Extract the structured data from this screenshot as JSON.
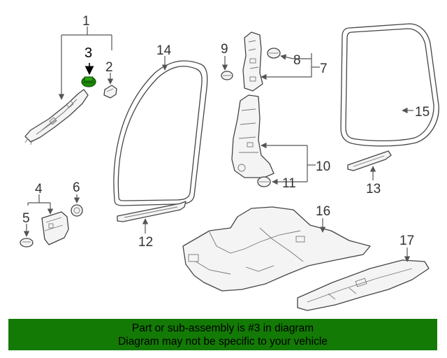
{
  "callouts": {
    "c1": "1",
    "c2": "2",
    "c3": "3",
    "c4": "4",
    "c5": "5",
    "c6": "6",
    "c7": "7",
    "c8": "8",
    "c9": "9",
    "c10": "10",
    "c11": "11",
    "c12": "12",
    "c13": "13",
    "c14": "14",
    "c15": "15",
    "c16": "16",
    "c17": "17"
  },
  "highlight": {
    "color": "#1f8a0a",
    "part": "3"
  },
  "banner": {
    "color": "#137a05",
    "line1": "Part or sub-assembly is #3 in diagram",
    "line2": "Diagram may not be specific to your vehicle"
  }
}
